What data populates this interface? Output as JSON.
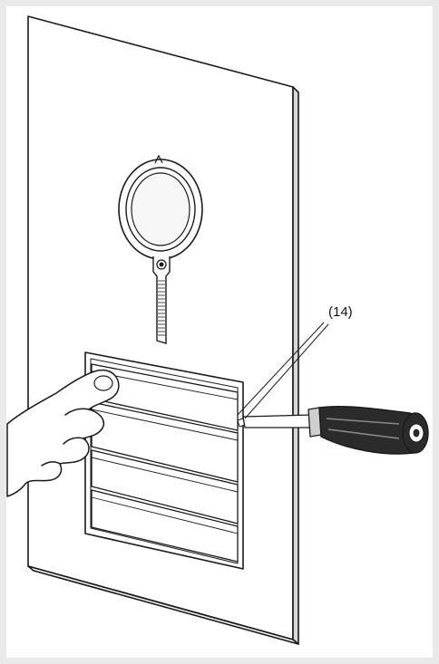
{
  "figure": {
    "callout_label": "(14)",
    "colors": {
      "frame": "#e9e9e9",
      "line": "#1a1a1a",
      "dark_handle": "#2b2b2b",
      "panel": "#ffffff"
    },
    "parts": [
      "wall-panel",
      "camera-ring",
      "camera-lens",
      "name-plate-frame",
      "label-strips",
      "hand",
      "screwdriver"
    ]
  }
}
